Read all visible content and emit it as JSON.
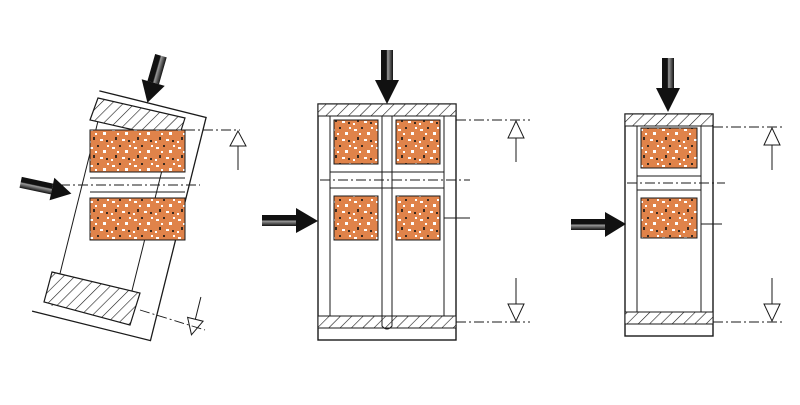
{
  "figure": {
    "colors": {
      "background": "#ffffff",
      "line": "#1a1a1a",
      "abrasive_fill": "#e0834a",
      "grain_dark": "#3a2a20",
      "grain_light": "#ffffff",
      "arrow_shaft": "#2b2b2b",
      "arrow_highlight": "#9a9a9a"
    },
    "views": [
      {
        "name": "tapered-roller-honing-setup",
        "icons": [
          "hatched-outer-ring-icon",
          "abrasive-block-icon",
          "radial-load-arrow-icon",
          "axial-load-arrow-icon",
          "stroke-direction-arrow-icon"
        ]
      },
      {
        "name": "double-row-cylindrical-honing-setup",
        "icons": [
          "hatched-ring-icon",
          "abrasive-block-icon",
          "radial-load-arrow-icon",
          "axial-load-arrow-icon",
          "stroke-direction-arrow-icon"
        ]
      },
      {
        "name": "single-row-cylindrical-honing-setup",
        "icons": [
          "hatched-ring-icon",
          "abrasive-block-icon",
          "radial-load-arrow-icon",
          "axial-load-arrow-icon",
          "stroke-direction-arrow-icon"
        ]
      }
    ]
  }
}
